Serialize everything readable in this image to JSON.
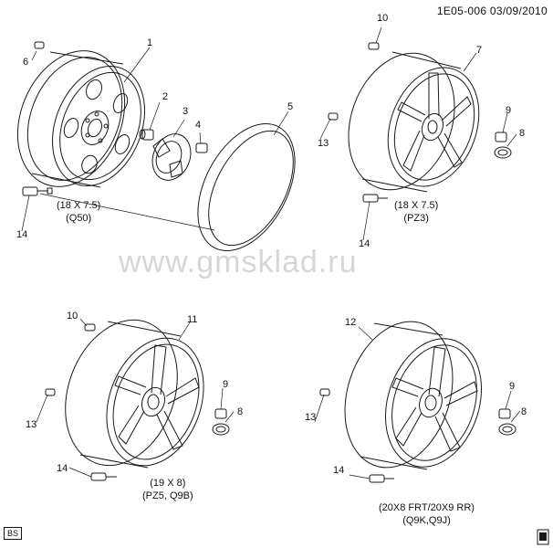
{
  "header": {
    "drawing_id": "1E05-006 03/09/2010"
  },
  "watermark": "www.gmsklad.ru",
  "footer": {
    "badge": "BS"
  },
  "callouts": [
    {
      "id": "c1",
      "text": "1"
    },
    {
      "id": "c2",
      "text": "2"
    },
    {
      "id": "c3",
      "text": "3"
    },
    {
      "id": "c4",
      "text": "4"
    },
    {
      "id": "c5",
      "text": "5"
    },
    {
      "id": "c6",
      "text": "6"
    },
    {
      "id": "c14a",
      "text": "14"
    },
    {
      "id": "c10a",
      "text": "10"
    },
    {
      "id": "c7",
      "text": "7"
    },
    {
      "id": "c9a",
      "text": "9"
    },
    {
      "id": "c8a",
      "text": "8"
    },
    {
      "id": "c13a",
      "text": "13"
    },
    {
      "id": "c14b",
      "text": "14"
    },
    {
      "id": "c10b",
      "text": "10"
    },
    {
      "id": "c11",
      "text": "11"
    },
    {
      "id": "c9b",
      "text": "9"
    },
    {
      "id": "c8b",
      "text": "8"
    },
    {
      "id": "c13b",
      "text": "13"
    },
    {
      "id": "c14c",
      "text": "14"
    },
    {
      "id": "c12",
      "text": "12"
    },
    {
      "id": "c9c",
      "text": "9"
    },
    {
      "id": "c8c",
      "text": "8"
    },
    {
      "id": "c13c",
      "text": "13"
    },
    {
      "id": "c14d",
      "text": "14"
    }
  ],
  "wheel_specs": {
    "steel": {
      "size": "(18 X 7.5)",
      "code": "(Q50)"
    },
    "pz3": {
      "size": "(18 X 7.5)",
      "code": "(PZ3)"
    },
    "pz5": {
      "size": "(19 X 8)",
      "code": "(PZ5, Q9B)"
    },
    "q9k": {
      "size": "(20X8 FRT/20X9 RR)",
      "code": "(Q9K,Q9J)"
    }
  },
  "colors": {
    "line": "#1a1a1a",
    "watermark": "#d6d6d6",
    "background": "#ffffff"
  }
}
